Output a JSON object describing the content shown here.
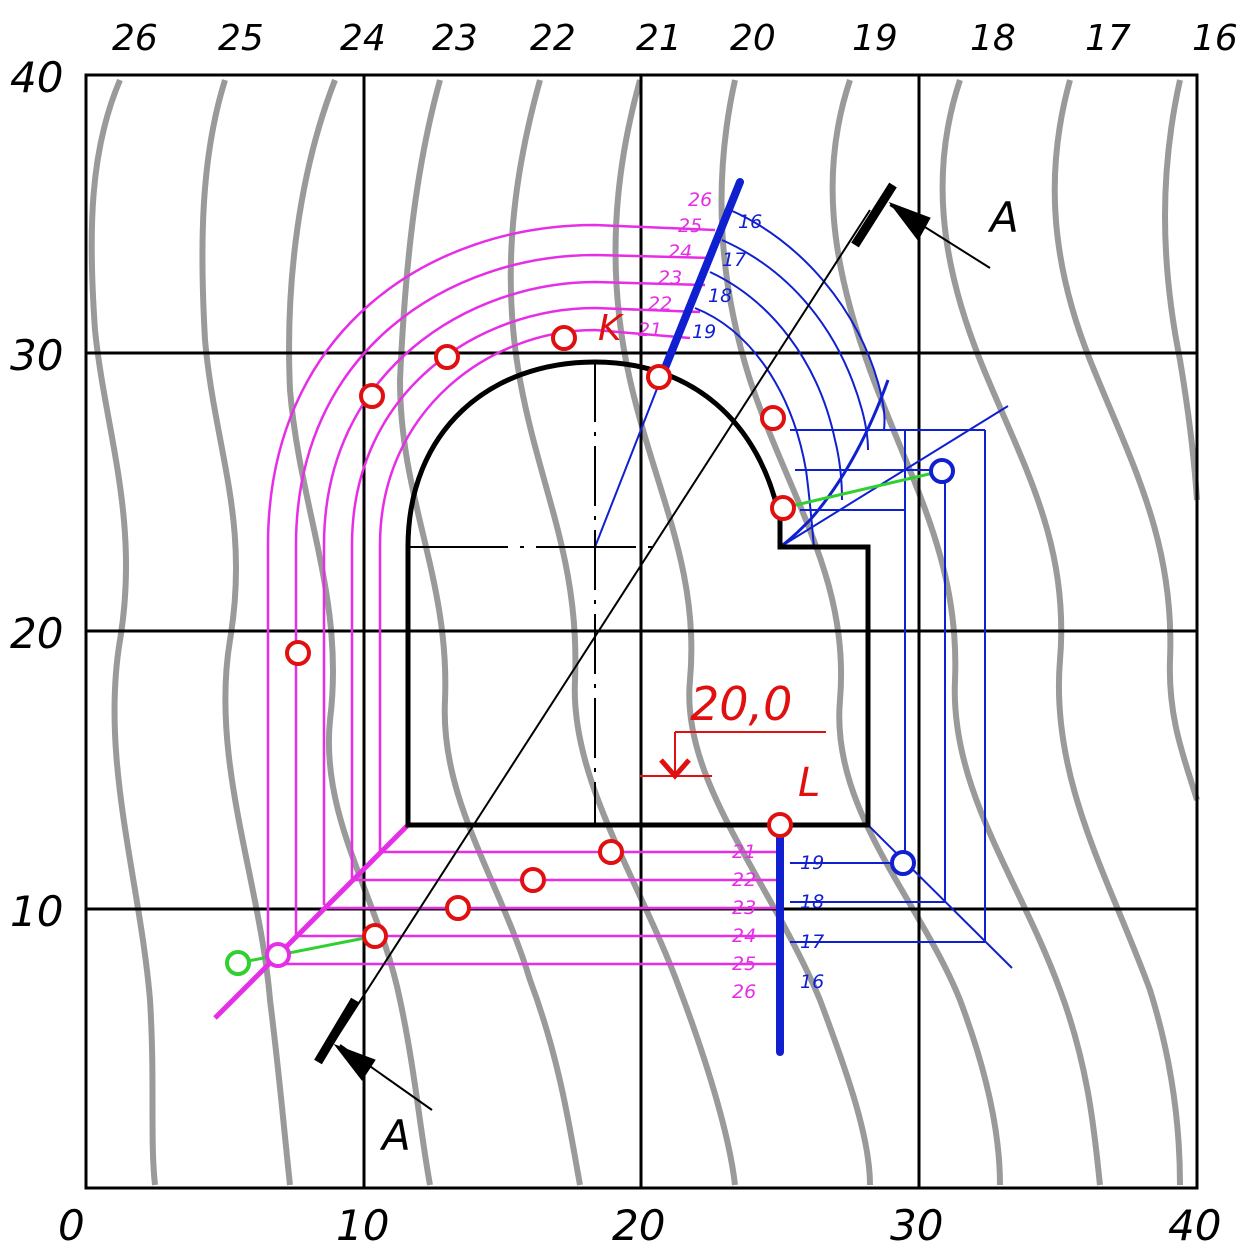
{
  "colors": {
    "contour": "#9a9a9a",
    "grid": "#000000",
    "magenta": "#e62ee6",
    "blue": "#1020d0",
    "red": "#e01010",
    "green": "#30d030",
    "outline": "#000000"
  },
  "grid": {
    "bottom_labels": [
      "0",
      "10",
      "20",
      "30",
      "40"
    ],
    "left_labels": [
      "40",
      "30",
      "20",
      "10"
    ]
  },
  "contour_labels": [
    "26",
    "25",
    "24",
    "23",
    "22",
    "21",
    "20",
    "19",
    "18",
    "17",
    "16"
  ],
  "magenta_scale_labels": [
    "26",
    "25",
    "24",
    "23",
    "22",
    "21"
  ],
  "blue_scale_labels": [
    "16",
    "17",
    "18",
    "19"
  ],
  "bottom_magenta_labels": [
    "21",
    "22",
    "23",
    "24",
    "25",
    "26"
  ],
  "bottom_blue_labels": [
    "19",
    "18",
    "17",
    "16"
  ],
  "point_k": "K",
  "point_l": "L",
  "elevation_mark": "20,0",
  "section_label": "A"
}
